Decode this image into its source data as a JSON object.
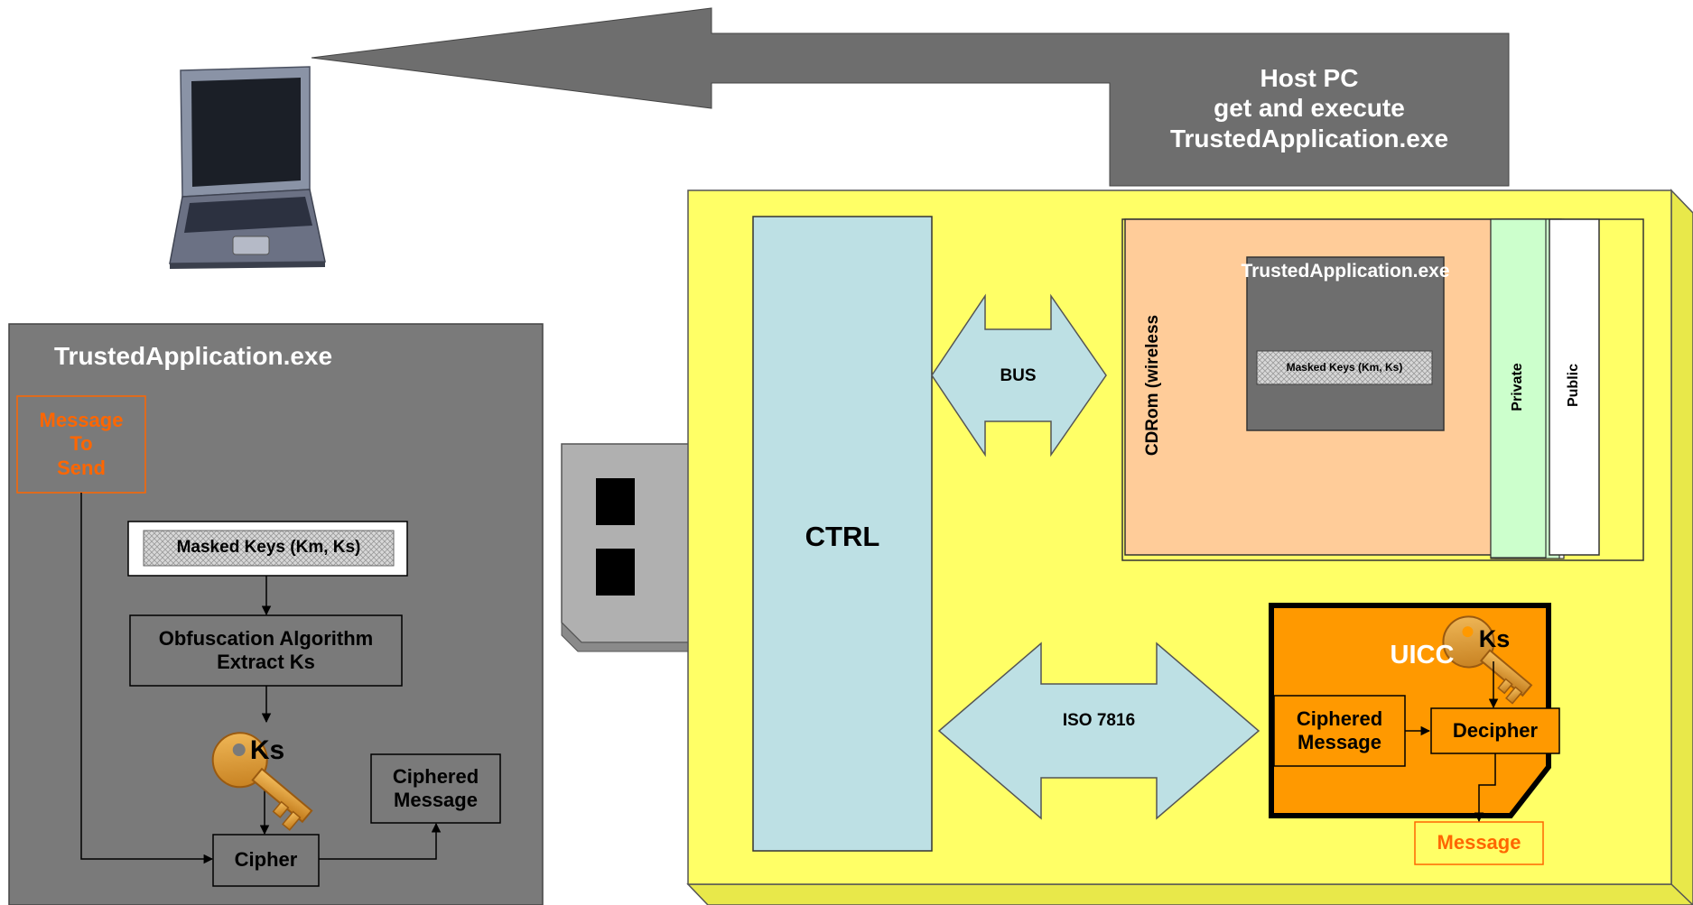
{
  "host_pc": {
    "line1": "Host PC",
    "line2": "get and execute",
    "line3": "TrustedApplication.exe"
  },
  "left_panel": {
    "title": "TrustedApplication.exe",
    "message_to_send": [
      "Message",
      "To",
      "Send"
    ],
    "masked_keys": "Masked Keys (Km, Ks)",
    "obfuscation": [
      "Obfuscation Algorithm",
      "Extract Ks"
    ],
    "key_label": "Ks",
    "ciphered_message": [
      "Ciphered",
      "Message"
    ],
    "cipher": "Cipher"
  },
  "device": {
    "ctrl": "CTRL",
    "bus": "BUS",
    "iso": "ISO 7816",
    "cdrom": "CDRom (wireless",
    "trusted_app": "TrustedApplication.exe",
    "masked_keys": "Masked Keys (Km, Ks)",
    "private": "Private",
    "public": "Public",
    "uicc": "UICC",
    "key_label": "Ks",
    "ciphered_message": [
      "Ciphered",
      "Message"
    ],
    "decipher": "Decipher",
    "message": "Message"
  },
  "colors": {
    "gray_panel": "#7a7a7a",
    "arrow_gray": "#6e6e6e",
    "yellow": "#ffff66",
    "light_blue": "#bde0e4",
    "peach": "#ffcc99",
    "mint": "#ccffcc",
    "orange": "#ff9900",
    "orange_text": "#ff6600",
    "key_gold": "#e8a030"
  },
  "icons": [
    "laptop-icon",
    "key-icon"
  ]
}
